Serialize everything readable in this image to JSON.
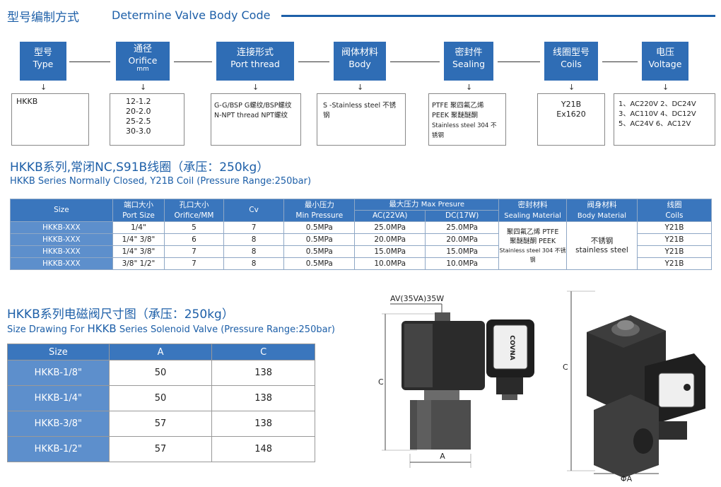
{
  "header": {
    "title_cn": "型号编制方式",
    "title_en": "Determine Valve Body Code"
  },
  "code_boxes": [
    {
      "cn": "型号",
      "en": "Type",
      "mm": ""
    },
    {
      "cn": "通径",
      "en": "Orifice",
      "mm": "mm"
    },
    {
      "cn": "连接形式",
      "en": "Port thread",
      "mm": ""
    },
    {
      "cn": "阀体材料",
      "en": "Body",
      "mm": ""
    },
    {
      "cn": "密封件",
      "en": "Sealing",
      "mm": ""
    },
    {
      "cn": "线圈型号",
      "en": "Coils",
      "mm": ""
    },
    {
      "cn": "电压",
      "en": "Voltage",
      "mm": ""
    }
  ],
  "options": {
    "type": "HKKB",
    "orifice": [
      "12-1.2",
      "20-2.0",
      "25-2.5",
      "30-3.0"
    ],
    "port": [
      "G-G/BSP G螺纹/BSP螺纹",
      "N-NPT thread NPT螺纹"
    ],
    "body": "S -Stainless steel 不锈钢",
    "sealing": [
      "PTFE 聚四氟乙烯",
      "PEEK 聚醚醚酮",
      "Stainless steel 304 不锈钢"
    ],
    "coils": [
      "Y21B",
      "Ex1620"
    ],
    "voltage": [
      "1、AC220V  2、DC24V",
      "3、AC110V  4、DC12V",
      "5、AC24V   6、AC12V"
    ]
  },
  "series": {
    "title_cn": "HKKB系列,常闭NC,S91B线圈（承压：250kg）",
    "title_en": "HKKB Series Normally Closed, Y21B Coil (Pressure Range:250bar)"
  },
  "spec_table": {
    "h_size": "Size",
    "h_port_cn": "端口大小",
    "h_port_en": "Port Size",
    "h_orifice_cn": "孔口大小",
    "h_orifice_en": "Orifice/MM",
    "h_cv": "Cv",
    "h_min_cn": "最小压力",
    "h_min_en": "Min Pressure",
    "h_max_cn": "最大压力",
    "h_max_en": "Max Presure",
    "h_ac": "AC(22VA)",
    "h_dc": "DC(17W)",
    "h_seal_cn": "密封材料",
    "h_seal_en": "Sealing Material",
    "h_body_cn": "阀身材料",
    "h_body_en": "Body Material",
    "h_coil_cn": "线圈",
    "h_coil_en": "Coils",
    "seal_value": [
      "聚四氟乙烯 PTFE",
      "聚醚醚酮 PEEK",
      "Stainless steel 304 不锈钢"
    ],
    "body_value": [
      "不锈钢",
      "stainless steel"
    ],
    "rows": [
      {
        "size": "HKKB-XXX",
        "port": "1/4\"",
        "orifice": "5",
        "cv": "7",
        "min": "0.5MPa",
        "ac": "25.0MPa",
        "dc": "25.0MPa",
        "coil": "Y21B"
      },
      {
        "size": "HKKB-XXX",
        "port": "1/4\"  3/8\"",
        "orifice": "6",
        "cv": "8",
        "min": "0.5MPa",
        "ac": "20.0MPa",
        "dc": "20.0MPa",
        "coil": "Y21B"
      },
      {
        "size": "HKKB-XXX",
        "port": "1/4\"  3/8\"",
        "orifice": "7",
        "cv": "8",
        "min": "0.5MPa",
        "ac": "15.0MPa",
        "dc": "15.0MPa",
        "coil": "Y21B"
      },
      {
        "size": "HKKB-XXX",
        "port": "3/8\"  1/2\"",
        "orifice": "7",
        "cv": "8",
        "min": "0.5MPa",
        "ac": "10.0MPa",
        "dc": "10.0MPa",
        "coil": "Y21B"
      }
    ]
  },
  "dims": {
    "title_cn": "HKKB系列电磁阀尺寸图（承压：250kg）",
    "title_en_1": "Size Drawing For ",
    "title_en_2": "HKKB",
    "title_en_3": " Series Solenoid Valve (Pressure Range:250bar)",
    "h_size": "Size",
    "h_a": "A",
    "h_c": "C",
    "rows": [
      {
        "size": "HKKB-1/8\"",
        "a": "50",
        "c": "138"
      },
      {
        "size": "HKKB-1/4\"",
        "a": "50",
        "c": "138"
      },
      {
        "size": "HKKB-3/8\"",
        "a": "57",
        "c": "138"
      },
      {
        "size": "HKKB-1/2\"",
        "a": "57",
        "c": "148"
      }
    ]
  },
  "drawing": {
    "power": "AV(35VA)35W",
    "label_c": "C",
    "label_a": "A",
    "label_c2": "C",
    "label_phia": "ΦA",
    "brand": "COVNA"
  }
}
